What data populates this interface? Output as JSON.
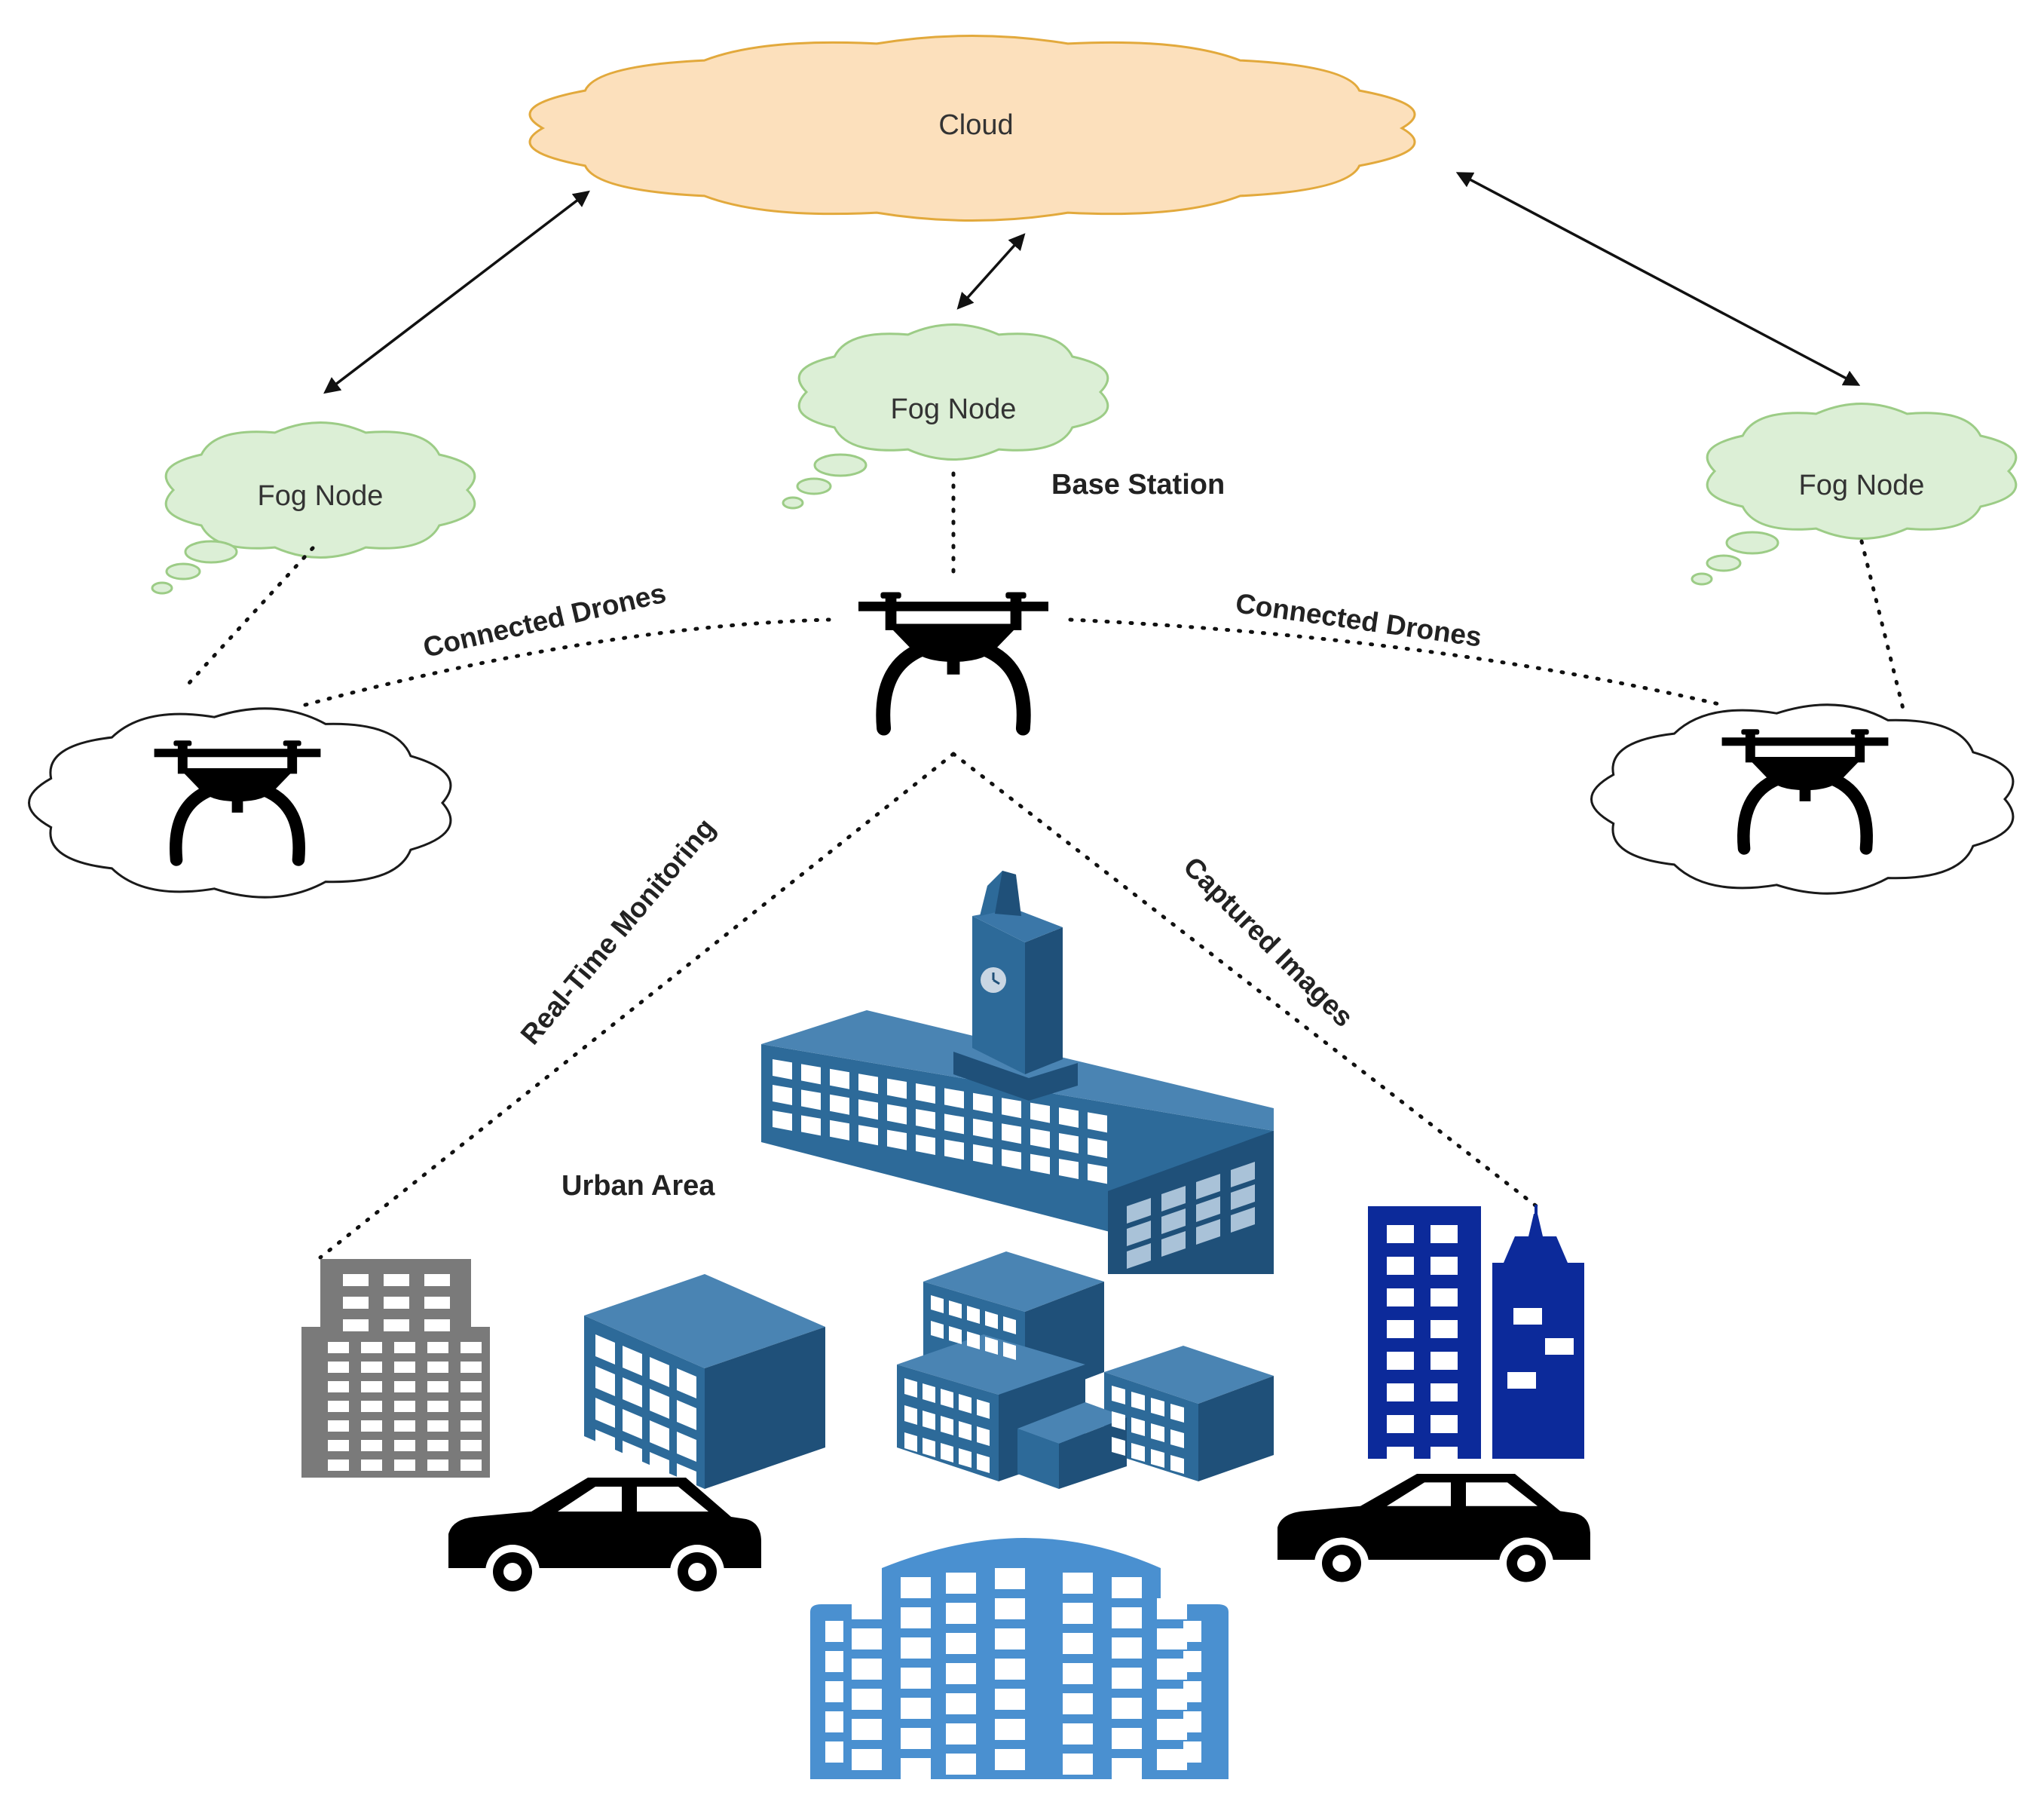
{
  "nodes": {
    "cloud": {
      "label": "Cloud",
      "fill": "#fce0bc",
      "stroke": "#e2a93c"
    },
    "fog_left": {
      "label": "Fog Node"
    },
    "fog_center": {
      "label": "Fog Node"
    },
    "fog_right": {
      "label": "Fog Node"
    },
    "base_station": {
      "label": "Base Station"
    },
    "urban_area": {
      "label": "Urban Area"
    }
  },
  "links": {
    "connected_left": {
      "label": "Connected Drones"
    },
    "connected_right": {
      "label": "Connected Drones"
    },
    "realtime": {
      "label": "Real-Time Monitoring"
    },
    "captured": {
      "label": "Captured Images"
    }
  },
  "colors": {
    "fog_fill": "#dcefd6",
    "fog_stroke": "#9ccc86",
    "building_blue": "#2d6a99",
    "building_blue_dark": "#1f5079",
    "building_gray": "#7a7a7a",
    "building_navy": "#0c2a9a",
    "building_light_blue": "#4a90d0"
  },
  "icons": [
    "drone-icon",
    "car-icon",
    "building-icon",
    "clock-tower-icon"
  ]
}
